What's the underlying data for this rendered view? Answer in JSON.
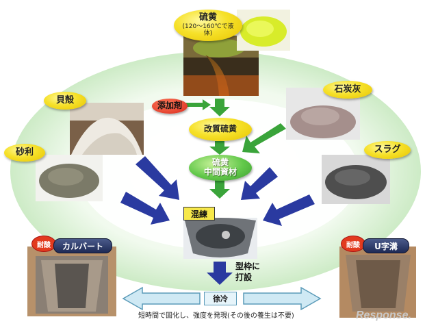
{
  "sulfur": {
    "title": "硫黄",
    "sub": "(120～160℃で液体)"
  },
  "additive": {
    "label": "添加剤"
  },
  "modified_sulfur": {
    "label": "改質硫黄"
  },
  "intermediate": {
    "line1": "硫黄",
    "line2": "中間資材"
  },
  "shell": {
    "label": "貝殻"
  },
  "gravel": {
    "label": "砂利"
  },
  "coal_ash": {
    "label": "石炭灰"
  },
  "slag": {
    "label": "スラグ"
  },
  "mixing": {
    "label": "混練"
  },
  "casting": {
    "line1": "型枠に",
    "line2": "打設"
  },
  "cooling": {
    "label": "徐冷"
  },
  "culvert": {
    "badge": "耐酸",
    "label": "カルバート"
  },
  "ugutter": {
    "badge": "耐酸",
    "label": "U字溝"
  },
  "caption": {
    "text": "短時間で固化し、強度を発現(その後の養生は不要)"
  },
  "watermark": {
    "text": "Response."
  },
  "colors": {
    "arrow_blue": "#2a3aa0",
    "arrow_green": "#3aa43a",
    "ring": "#d6f0d0"
  }
}
